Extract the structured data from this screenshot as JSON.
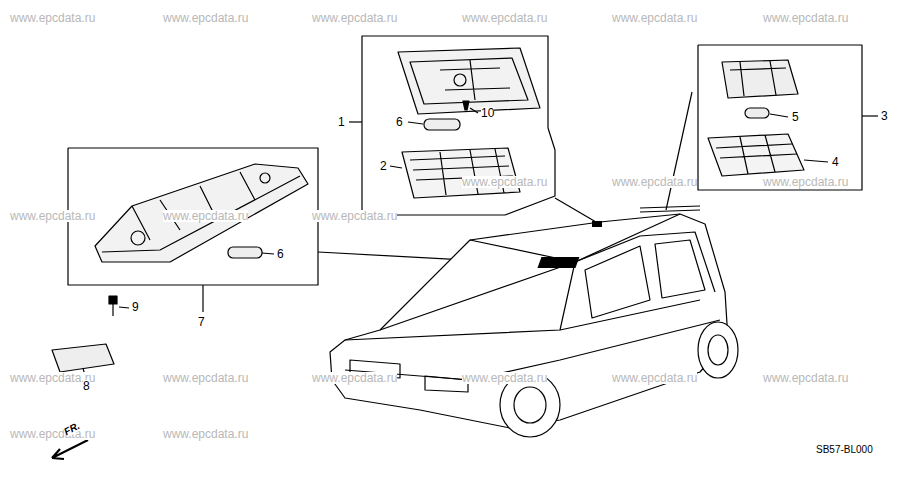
{
  "diagram": {
    "labels": [
      "www.epcdata.ru",
      "www.epcdata.ru",
      "www.epcdata.ru",
      "www.epcdata.ru",
      "www.epcdata.ru",
      "www.epcdata.ru",
      "www.epcdata.ru",
      "www.epcdata.ru",
      "www.epcdata.ru",
      "www.epcdata.ru",
      "www.epcdata.ru",
      "www.epcdata.ru",
      "www.epcdata.ru",
      "www.epcdata.ru",
      "www.epcdata.ru",
      "www.epcdata.ru",
      "www.epcdata.ru",
      "www.epcdata.ru",
      "www.epcdata.ru",
      "www.epcdata.ru",
      "10",
      "6",
      "1",
      "3",
      "5",
      "2",
      "4",
      "6",
      "9",
      "7",
      "8",
      "FR.",
      "SB57-BL000"
    ]
  }
}
